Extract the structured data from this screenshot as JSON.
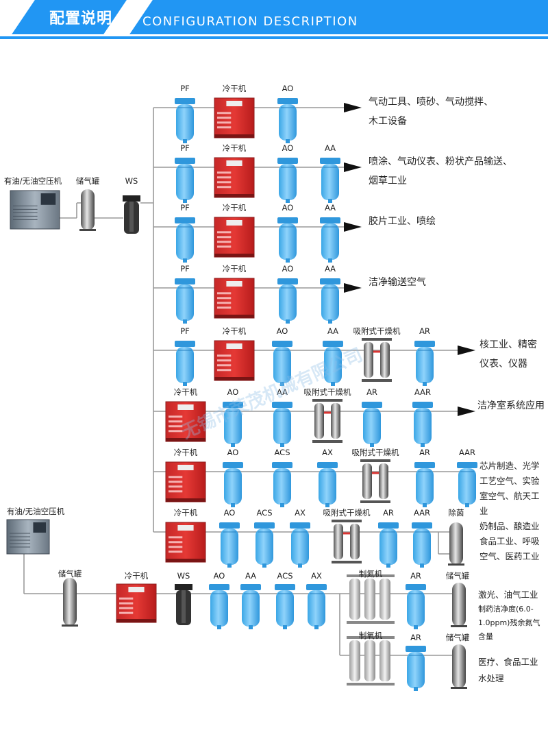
{
  "header": {
    "title_cn": "配置说明",
    "title_en": "CONFIGURATION DESCRIPTION"
  },
  "colors": {
    "accent": "#2196f3",
    "filter": "#4fb6ee",
    "dryer": "#d93432",
    "line": "#999999"
  },
  "sources": {
    "compressor1": "有油/无油空压机",
    "tank1": "储气罐",
    "ws1": "WS",
    "compressor2": "有油/无油空压机",
    "tank2": "储气罐",
    "dryer2": "冷干机",
    "ws2": "WS"
  },
  "branches": [
    {
      "labels": [
        "PF",
        "冷干机",
        "AO"
      ],
      "applications": [
        "气动工具、喷砂、气动搅拌、",
        "木工设备"
      ]
    },
    {
      "labels": [
        "PF",
        "冷干机",
        "AO",
        "AA"
      ],
      "applications": [
        "喷涂、气动仪表、粉状产品输送、",
        "烟草工业"
      ]
    },
    {
      "labels": [
        "PF",
        "冷干机",
        "AO",
        "AA"
      ],
      "applications": [
        "胶片工业、喷绘"
      ]
    },
    {
      "labels": [
        "PF",
        "冷干机",
        "AO",
        "AA"
      ],
      "applications": [
        "洁净输送空气"
      ]
    },
    {
      "labels": [
        "PF",
        "冷干机",
        "AO",
        "AA",
        "吸附式干燥机",
        "AR"
      ],
      "applications": [
        "核工业、精密",
        "仪表、仪器"
      ]
    },
    {
      "labels": [
        "冷干机",
        "AO",
        "AA",
        "吸附式干燥机",
        "AR",
        "AAR"
      ],
      "applications": [
        "洁净室系统应用"
      ]
    },
    {
      "labels": [
        "冷干机",
        "AO",
        "ACS",
        "AX",
        "吸附式干燥机",
        "AR",
        "AAR"
      ],
      "applications": [
        "芯片制造、光学",
        "工艺空气、实验",
        "室空气、航天工",
        "业"
      ]
    },
    {
      "labels": [
        "冷干机",
        "AO",
        "ACS",
        "AX",
        "吸附式干燥机",
        "AR",
        "AAR",
        "除菌"
      ],
      "applications": [
        "奶制品、酿造业",
        "食品工业、呼吸",
        "空气、医药工业"
      ]
    }
  ],
  "lower": {
    "chain_labels": [
      "AO",
      "AA",
      "ACS",
      "AX"
    ],
    "nitrogen": {
      "generator": "制氮机",
      "ar": "AR",
      "tank": "储气罐",
      "applications": [
        "激光、油气工业",
        "制药洁净度(6.0-",
        "1.0ppm)残余氮气",
        "含量"
      ]
    },
    "oxygen": {
      "generator": "制氧机",
      "ar": "AR",
      "tank": "储气罐",
      "applications": [
        "医疗、食品工业",
        "水处理"
      ]
    }
  },
  "watermark": "无锡市荣茂机械有限公司"
}
